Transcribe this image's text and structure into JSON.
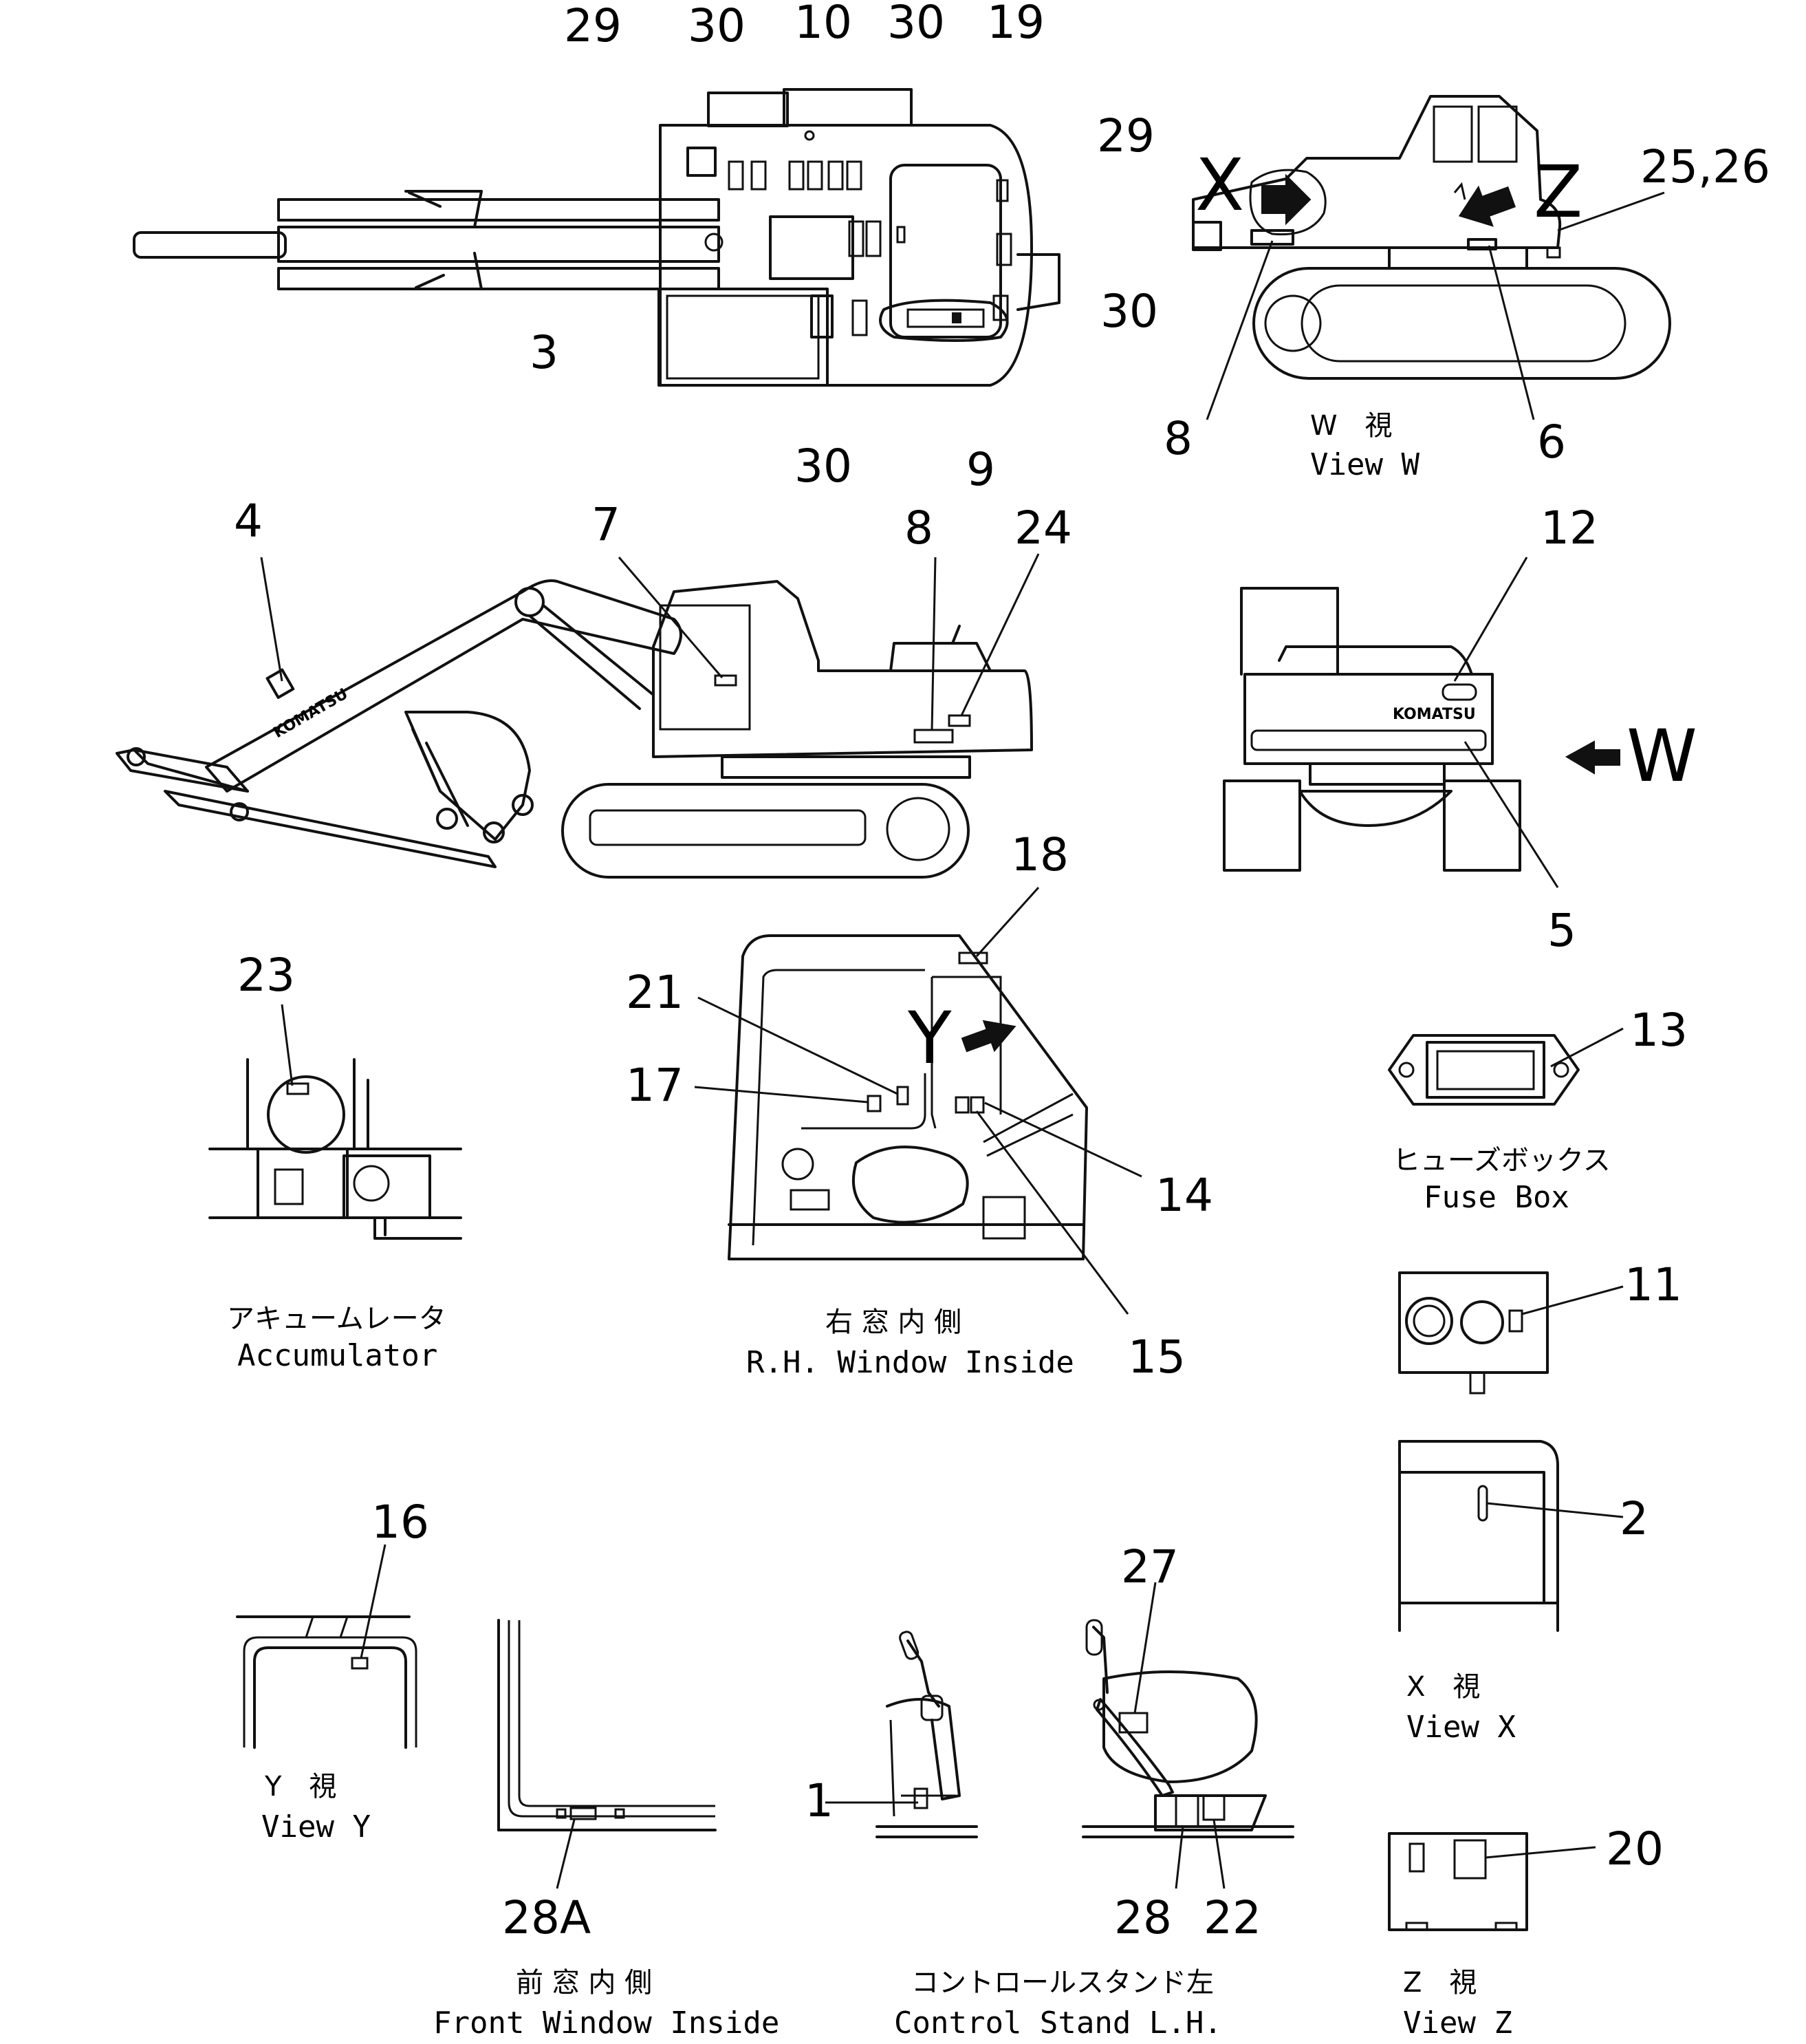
{
  "callouts": {
    "c29a": "29",
    "c30a": "30",
    "c10": "10",
    "c30b": "30",
    "c19": "19",
    "c29b": "29",
    "c30c": "30",
    "c3": "3",
    "c30d": "30",
    "c9": "9",
    "c25_26": "25,26",
    "c8a": "8",
    "c6": "6",
    "c4": "4",
    "c7": "7",
    "c8b": "8",
    "c24": "24",
    "c12": "12",
    "c5": "5",
    "c23": "23",
    "c18": "18",
    "c21": "21",
    "c17": "17",
    "c14": "14",
    "c15": "15",
    "c13": "13",
    "c11": "11",
    "c2": "2",
    "c16": "16",
    "c28a": "28A",
    "c1": "1",
    "c27": "27",
    "c28": "28",
    "c22": "22",
    "c20": "20"
  },
  "view_letters": {
    "x": "X",
    "z": "Z",
    "y": "Y",
    "w": "W"
  },
  "logo": "KOMATSU",
  "captions": {
    "view_w_jp": "W　視",
    "view_w_en": "View W",
    "accumulator_jp": "アキュームレータ",
    "accumulator_en": "Accumulator",
    "rh_window_jp": "右 窓 内 側",
    "rh_window_en": "R.H. Window Inside",
    "fuse_box_jp": "ヒューズボックス",
    "fuse_box_en": "Fuse Box",
    "view_x_jp": "X　視",
    "view_x_en": "View X",
    "view_y_jp": "Y　視",
    "view_y_en": "View Y",
    "front_window_jp": "前 窓 内 側",
    "front_window_en": "Front Window Inside",
    "control_stand_jp": "コントロールスタンド左",
    "control_stand_en": "Control Stand L.H.",
    "view_z_jp": "Z　視",
    "view_z_en": "View Z"
  }
}
